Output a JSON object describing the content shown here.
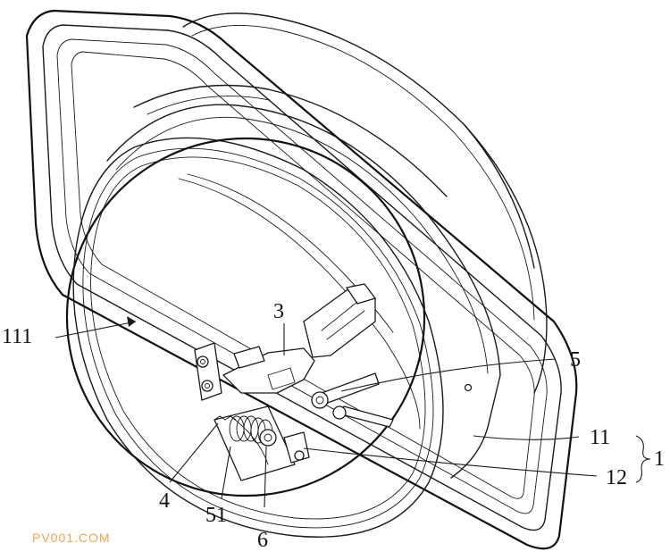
{
  "figure": {
    "labels": {
      "l111": "111",
      "l3": "3",
      "l5": "5",
      "l11": "11",
      "l1": "1",
      "l12": "12",
      "l4": "4",
      "l51": "51",
      "l6": "6"
    },
    "watermark": "PV001.COM",
    "colors": {
      "line": "#1a1a1a",
      "watermark": "#f3a54a"
    }
  }
}
